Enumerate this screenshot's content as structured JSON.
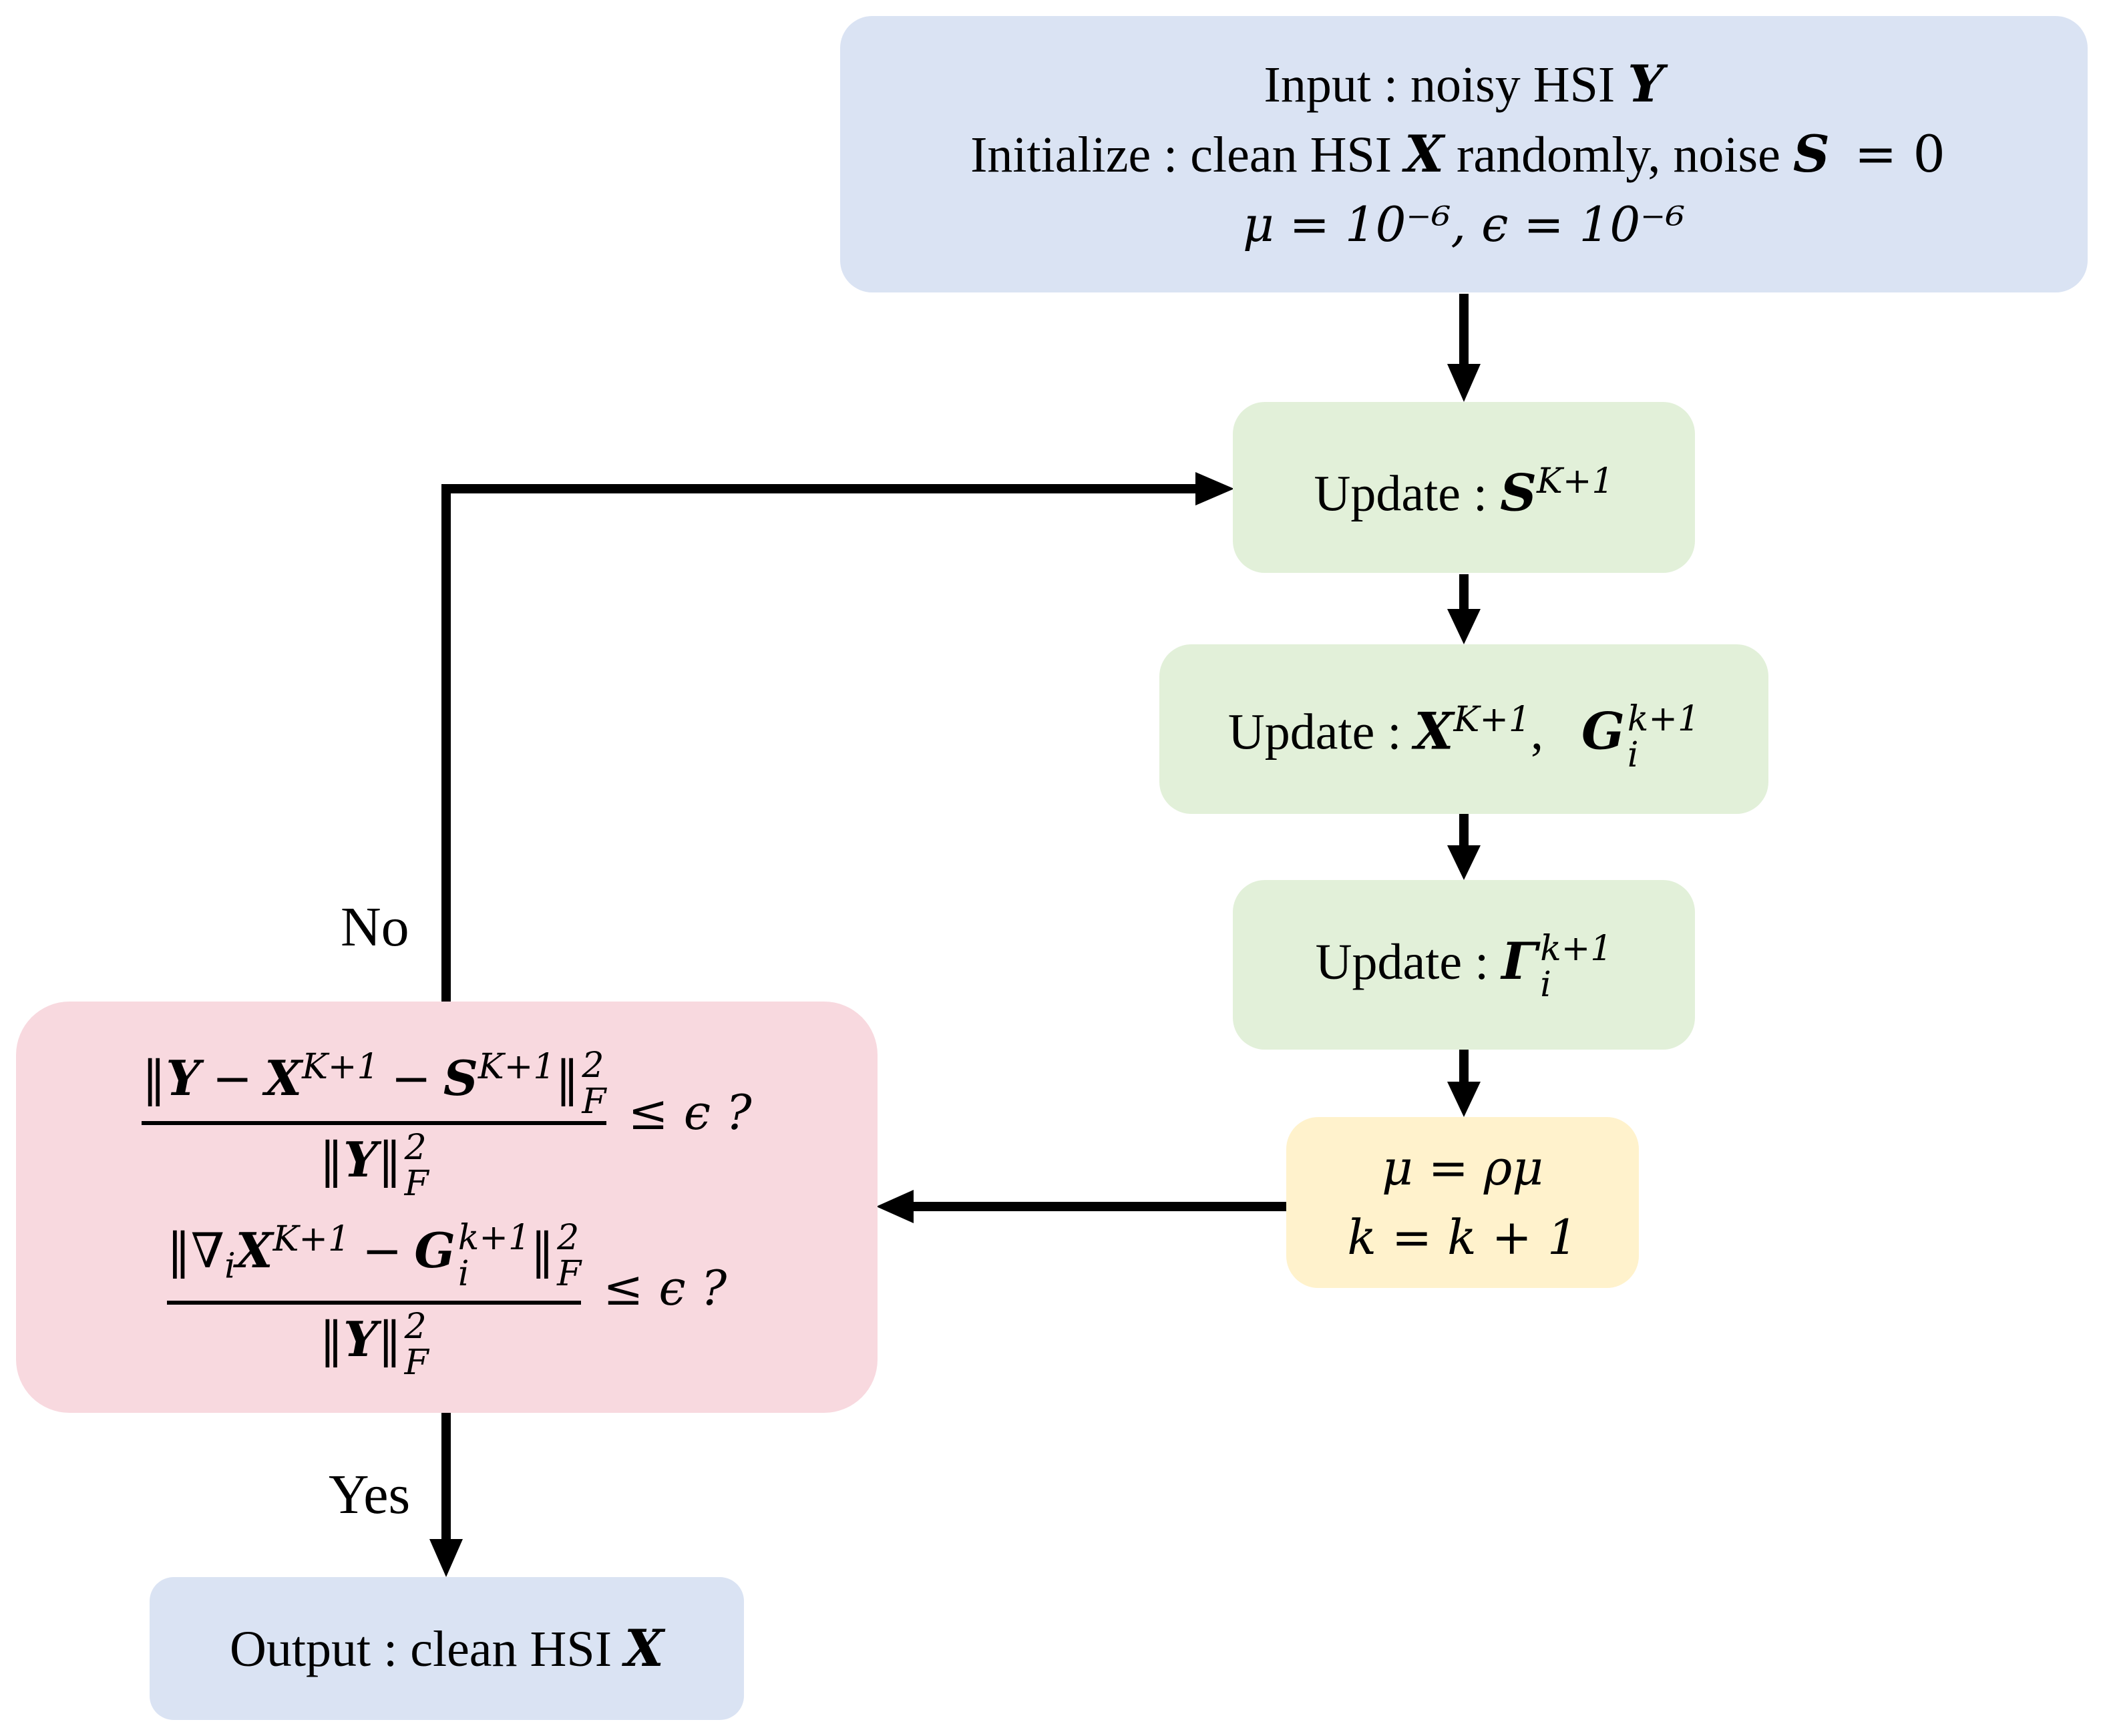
{
  "input_box": {
    "line1_text": "Input : noisy HSI",
    "line1_var": "Y",
    "line2_text_a": "Initialize : clean HSI",
    "line2_var_x": "X",
    "line2_text_b": "randomly, noise",
    "line2_var_s": "S",
    "line2_eq": "= 0",
    "line3": "μ = 10⁻⁶, ϵ = 10⁻⁶"
  },
  "update_s": {
    "label": "Update :",
    "var": "S",
    "sup": "K+1"
  },
  "update_xg": {
    "label": "Update :",
    "var_x": "X",
    "sup_x": "K+1",
    "sep": ",",
    "var_g": "G",
    "sup_g": "k+1",
    "sub_g": "i"
  },
  "update_gamma": {
    "label": "Update :",
    "var": "Γ",
    "sup": "k+1",
    "sub": "i"
  },
  "param_update": {
    "line1": "μ = ρμ",
    "line2": "k = k + 1"
  },
  "convergence": {
    "cond1_num_open": "‖",
    "cond1_num_y": "Y",
    "cond1_num_x": "X",
    "cond1_num_s": "S",
    "cond1_sup": "K+1",
    "cond1_norm_sup": "2",
    "cond1_norm_sub": "F",
    "cond1_den_y": "Y",
    "cond1_rhs": "≤ ϵ ?",
    "cond2_nabla": "∇",
    "cond2_sub_i": "i",
    "cond2_x": "X",
    "cond2_sup_x": "K+1",
    "cond2_g": "G",
    "cond2_sup_g": "k+1",
    "cond2_sub_g": "i",
    "cond2_norm_sup": "2",
    "cond2_norm_sub": "F",
    "cond2_den_y": "Y",
    "cond2_rhs": "≤ ϵ ?"
  },
  "output_box": {
    "label": "Output : clean HSI",
    "var": "X"
  },
  "edge_labels": {
    "no": "No",
    "yes": "Yes"
  }
}
